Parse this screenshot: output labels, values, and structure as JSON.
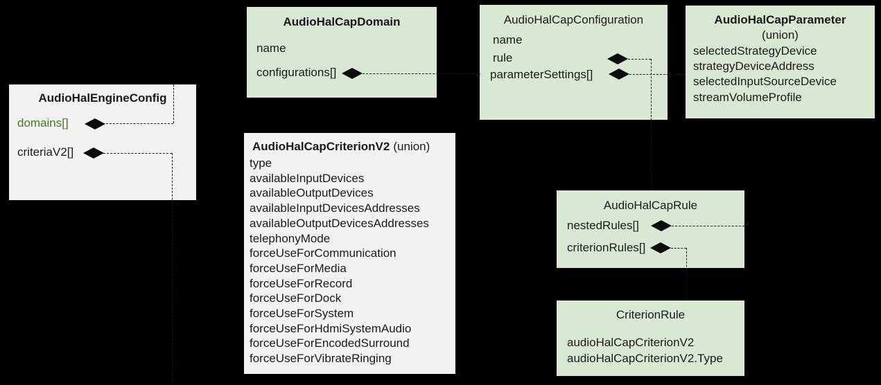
{
  "colors": {
    "background": "#000000",
    "box_green": "#d9e8d3",
    "box_gray": "#f2f2f2",
    "text": "#1a1a1a",
    "accent_green_text": "#3e7b1f",
    "connector_line": "#191919",
    "diamond": "#0d0d0d"
  },
  "boxes": {
    "engine": {
      "title": "AudioHalEngineConfig",
      "fields": [
        {
          "label": "domains[]"
        },
        {
          "label": "criteriaV2[]"
        }
      ]
    },
    "domain": {
      "title": "AudioHalCapDomain",
      "fields": [
        {
          "label": "name"
        },
        {
          "label": "configurations[]"
        }
      ]
    },
    "configuration": {
      "title": "AudioHalCapConfiguration",
      "fields": [
        {
          "label": "name"
        },
        {
          "label": "rule"
        },
        {
          "label": "parameterSettings[]"
        }
      ]
    },
    "parameter": {
      "title": "AudioHalCapParameter",
      "subtitle": "(union)",
      "fields": [
        {
          "label": "selectedStrategyDevice"
        },
        {
          "label": "strategyDeviceAddress"
        },
        {
          "label": "selectedInputSourceDevice"
        },
        {
          "label": "streamVolumeProfile"
        }
      ]
    },
    "criterionv2": {
      "title": "AudioHalCapCriterionV2",
      "title_suffix": "(union)",
      "fields": [
        {
          "label": "type"
        },
        {
          "label": "availableInputDevices"
        },
        {
          "label": "availableOutputDevices"
        },
        {
          "label": "availableInputDevicesAddresses"
        },
        {
          "label": "availableOutputDevicesAddresses"
        },
        {
          "label": "telephonyMode"
        },
        {
          "label": "forceUseForCommunication"
        },
        {
          "label": "forceUseForMedia"
        },
        {
          "label": "forceUseForRecord"
        },
        {
          "label": "forceUseForDock"
        },
        {
          "label": "forceUseForSystem"
        },
        {
          "label": "forceUseForHdmiSystemAudio"
        },
        {
          "label": "forceUseForEncodedSurround"
        },
        {
          "label": "forceUseForVibrateRinging"
        }
      ]
    },
    "rule": {
      "title": "AudioHalCapRule",
      "fields": [
        {
          "label": "nestedRules[]"
        },
        {
          "label": "criterionRules[]"
        }
      ]
    },
    "criterionrule": {
      "title": "CriterionRule",
      "fields": [
        {
          "label": "audioHalCapCriterionV2"
        },
        {
          "label": "audioHalCapCriterionV2.Type"
        }
      ]
    }
  }
}
